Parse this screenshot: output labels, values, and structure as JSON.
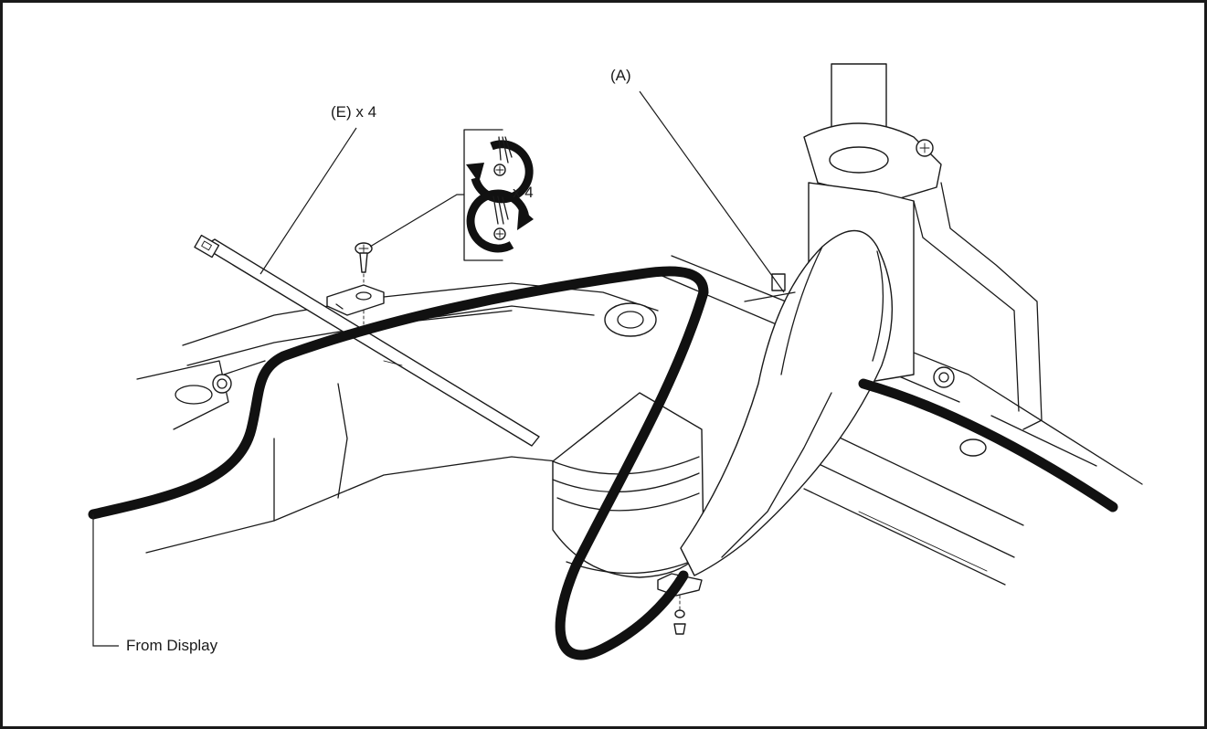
{
  "callouts": {
    "part_a": "(A)",
    "ties_e": "(E) x 4",
    "screws_qty": "x 4",
    "from_display": "From Display"
  },
  "icons": {
    "unscrew": "counterclockwise-screwdriver-icon",
    "screw": "clockwise-screwdriver-icon",
    "screw_part": "screw-icon",
    "clamp_part": "cable-clamp-icon",
    "cable_tie_part": "cable-tie-icon"
  },
  "colors": {
    "line": "#1a1a1a",
    "cable": "#111111",
    "background": "#ffffff"
  }
}
